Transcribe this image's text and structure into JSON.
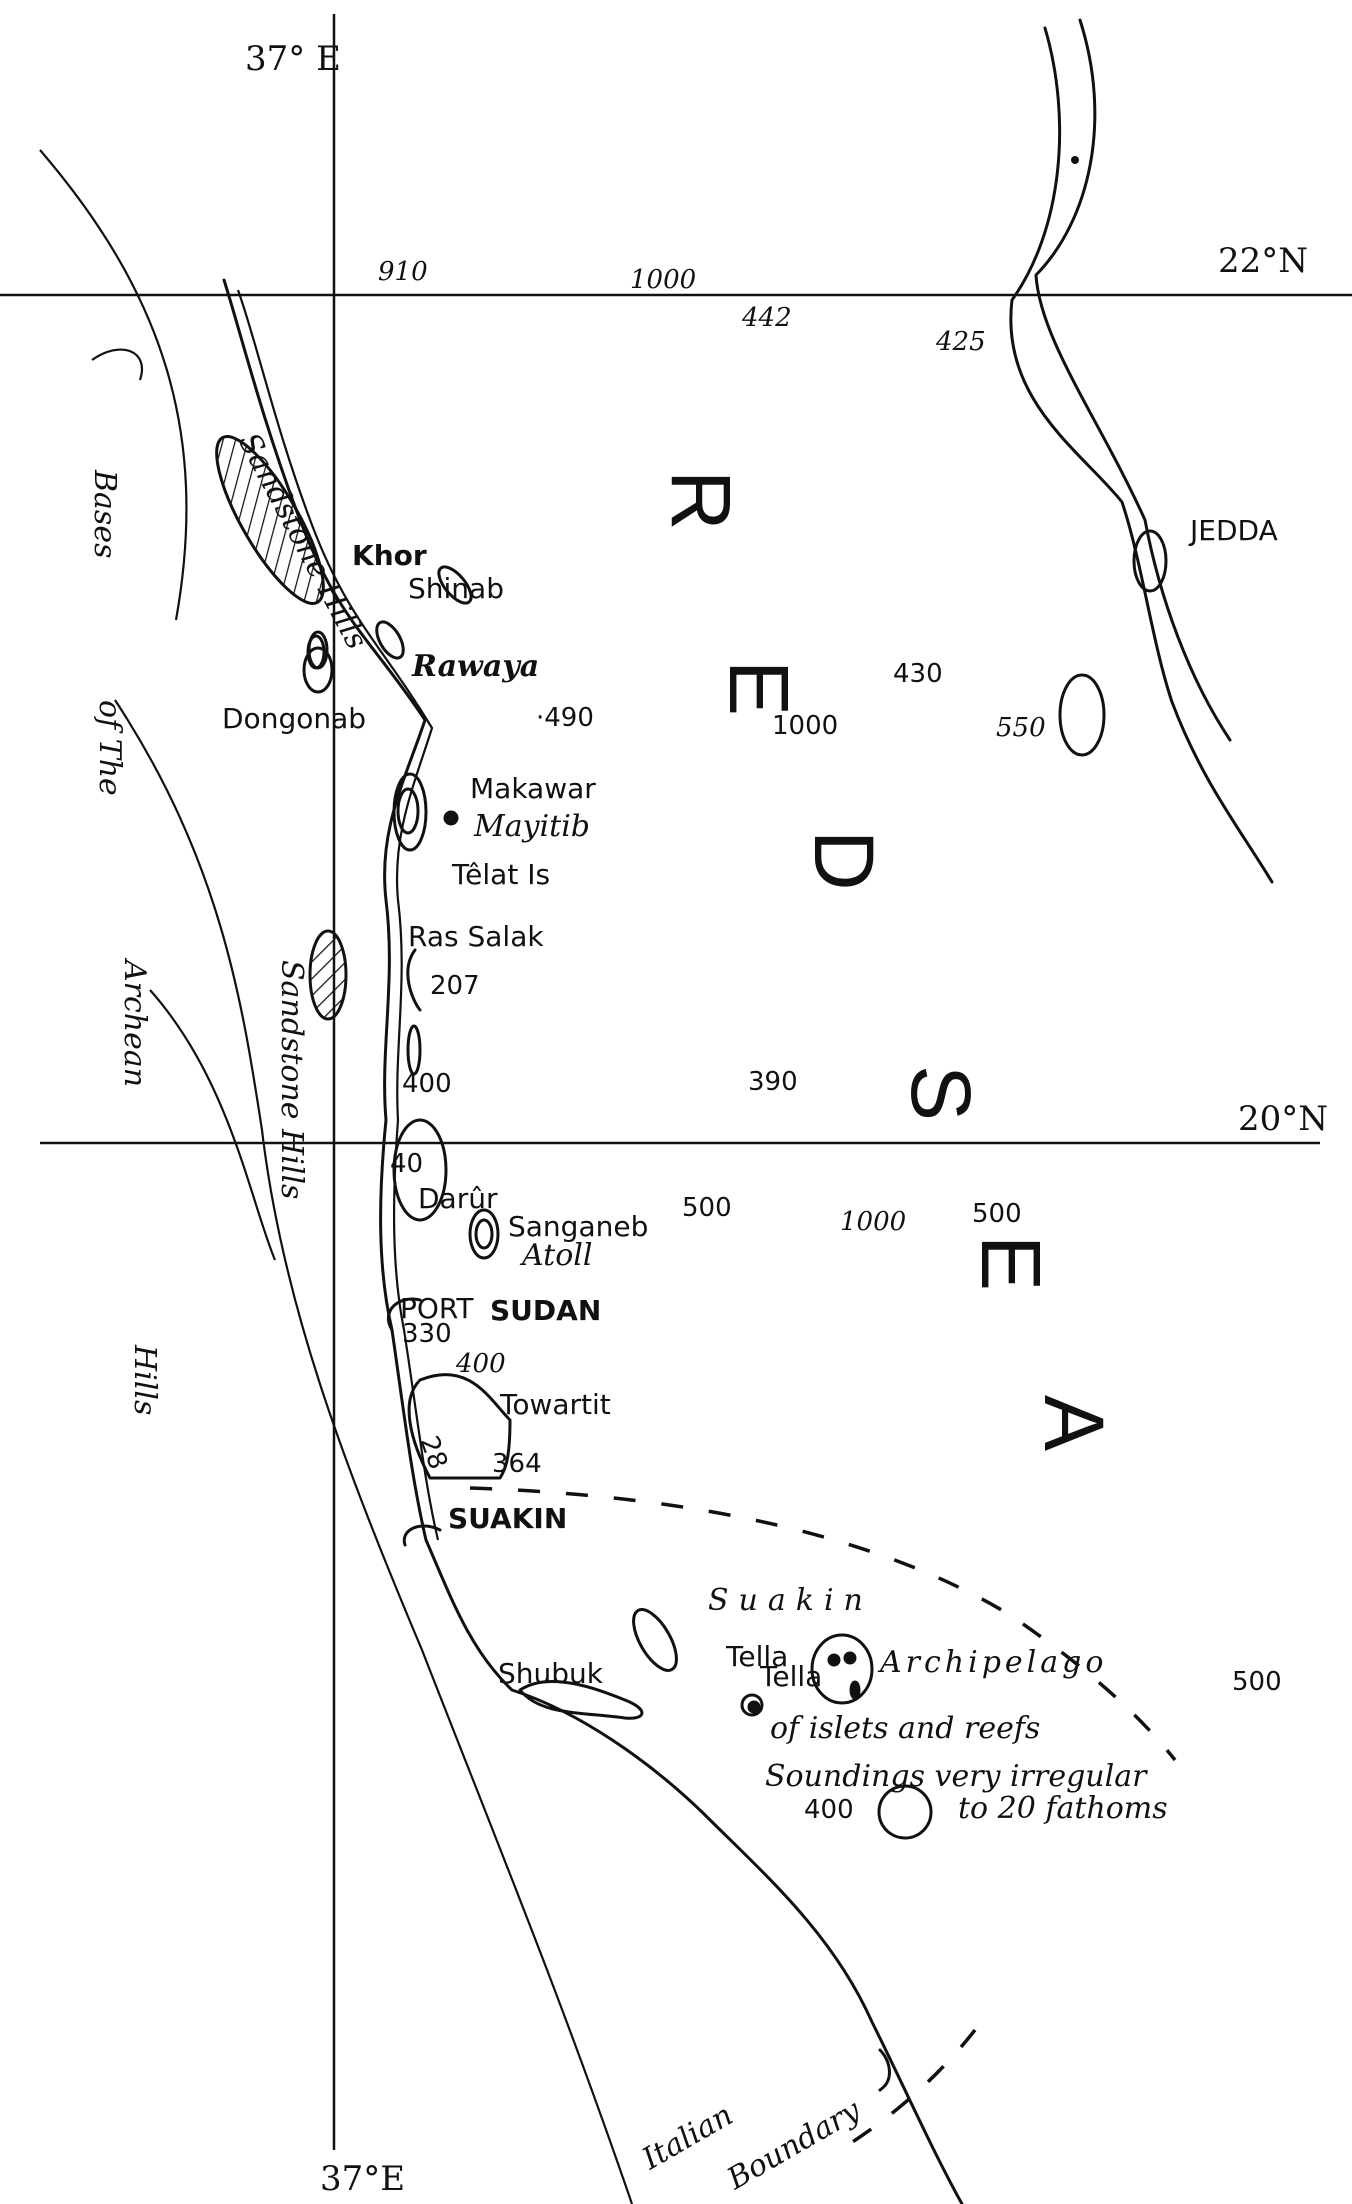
{
  "map": {
    "sea_letters": [
      "R",
      "E",
      "D",
      "S",
      "E",
      "A"
    ],
    "coordinates": {
      "meridian_top": "37° E",
      "meridian_bottom": "37°E",
      "lat_22": "22°N",
      "lat_20": "20°N"
    },
    "places": {
      "khor": "Khor",
      "shinab": "Shinab",
      "rawaya": "Rawaya",
      "dongonab": "Dongonab",
      "makawar": "Makawar",
      "mayitib": "Mayitib",
      "telat": "Têlat Is",
      "ras_salak": "Ras Salak",
      "darur": "Darûr",
      "sanganeb": "Sanganeb",
      "atoll": "Atoll",
      "port": "PORT",
      "sudan": "SUDAN",
      "towartit": "Towartit",
      "suakin_town": "SUAKIN",
      "shubuk": "Shubuk",
      "tella1": "Tella",
      "tella2": "Tella",
      "jedda": "JEDDA"
    },
    "annotations": {
      "suakin": "Suakin",
      "archipelago": "Archipelago",
      "islets": "of islets and reefs",
      "soundings": "Soundings very irregular",
      "fathoms": "to 20 fathoms",
      "bases": "Bases",
      "of_the": "of The",
      "archean": "Archean",
      "hills": "Hills",
      "sandstone_top": "Sandstone Hills",
      "sandstone_mid": "Sandstone Hills",
      "italian": "Italian",
      "boundary": "Boundary"
    },
    "soundings": {
      "s910": "910",
      "s1000a": "1000",
      "s442": "442",
      "s425": "425",
      "s430": "430",
      "s1000b": "1000",
      "s550": "550",
      "s490": "·490",
      "s207": "207",
      "s400a": "400",
      "s390": "390",
      "s40": "40",
      "s500a": "500",
      "s1000c": "1000",
      "s500b": "500",
      "s330": "330",
      "s400b": "400",
      "s364": "364",
      "s28": "28",
      "s500c": "500",
      "s400c": "400"
    }
  }
}
